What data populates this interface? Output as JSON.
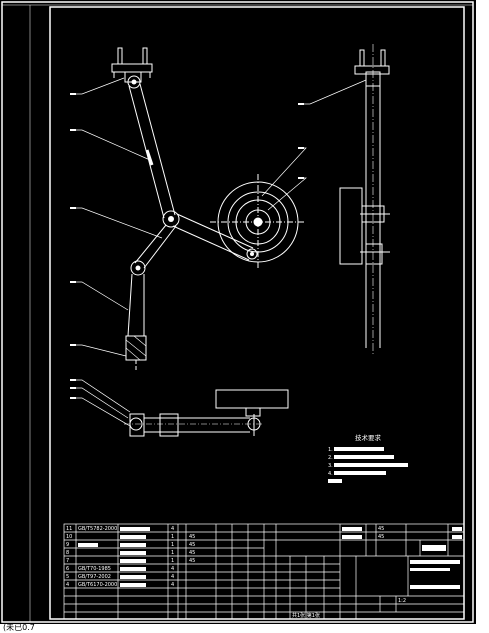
{
  "notes": {
    "title": "技术要求",
    "lines": [
      "1.",
      "2.",
      "3.",
      "4."
    ]
  },
  "parts_table": {
    "rows": [
      {
        "no": "11",
        "code": "GB/T5782-2000",
        "qty": "4"
      },
      {
        "no": "10",
        "code": "",
        "qty": "1"
      },
      {
        "no": "9",
        "code": "",
        "qty": "1"
      },
      {
        "no": "8",
        "code": "",
        "qty": "1"
      },
      {
        "no": "7",
        "code": "",
        "qty": "1"
      },
      {
        "no": "6",
        "code": "GB/T70-1985",
        "qty": "4"
      },
      {
        "no": "5",
        "code": "GB/T97-2002",
        "qty": "4"
      },
      {
        "no": "4",
        "code": "GB/T6170-2000",
        "qty": "4"
      }
    ],
    "material": [
      "45",
      "45",
      "45",
      "45"
    ]
  },
  "title_block": {
    "ratio": "1:2",
    "sheet": "共1张 第1张",
    "material_1": "45",
    "material_2": "45"
  },
  "status": {
    "caption": "(未已0.7"
  }
}
